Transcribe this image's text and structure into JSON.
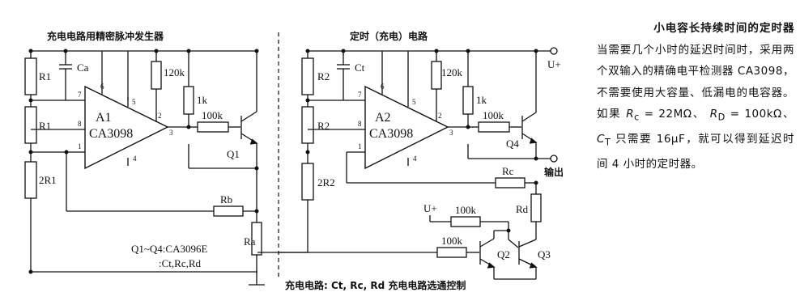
{
  "diagram": {
    "left_title": "充电电路用精密脉冲发生器",
    "right_title": "定时（充电）电路",
    "bottom_caption": "充电电路: Ct, Rc, Rd  充电电路选通控制",
    "note_line1": "Q1~Q4:CA3096E",
    "note_line2": ":Ct,Rc,Rd",
    "labels": {
      "r1_top": "R1",
      "r1_mid": "R1",
      "r1_bot": "2R1",
      "ca": "Ca",
      "r_120k_left": "120k",
      "r_1k_left": "1k",
      "r_100k_left": "100k",
      "a1_name": "A1",
      "a1_part": "CA3098",
      "q1": "Q1",
      "rb": "Rb",
      "ra": "Ra",
      "r2_top": "R2",
      "r2_mid": "R2",
      "r2_bot": "2R2",
      "ct": "Ct",
      "r_120k_right": "120k",
      "r_1k_right": "1k",
      "r_100k_right": "100k",
      "a2_name": "A2",
      "a2_part": "CA3098",
      "q4": "Q4",
      "rc": "Rc",
      "rd": "Rd",
      "uplus_top": "U+",
      "uplus_bottom": "U+",
      "output": "输出",
      "r_100k_q2_top": "100k",
      "r_100k_q2": "100k",
      "q2": "Q2",
      "q3": "Q3"
    },
    "pins": {
      "a1_7": "7",
      "a1_8": "8",
      "a1_1": "1",
      "a1_6": "6",
      "a1_5": "5",
      "a1_2": "2",
      "a1_3": "3",
      "a1_4": "4",
      "a2_7": "7",
      "a2_8": "8",
      "a2_1": "1",
      "a2_6": "6",
      "a2_5": "5",
      "a2_2": "2",
      "a2_3": "3",
      "a2_4": "4"
    }
  },
  "description": {
    "title": "小电容长持续时间的定时器",
    "body_1": "当需要几个小时的延迟时间时，采用两个双输入的精确电平检测器 CA3098，不需要使用大容量、低漏电的电容器。如果 ",
    "rc": "R",
    "rc_sub": "c",
    "body_2": " = 22MΩ、 ",
    "rd": "R",
    "rd_sub": "D",
    "body_3": " = 100kΩ、 ",
    "ct": "C",
    "ct_sub": "T",
    "body_4": " 只需要 16μF，就可以得到延迟时间 4 小时的定时器。"
  }
}
